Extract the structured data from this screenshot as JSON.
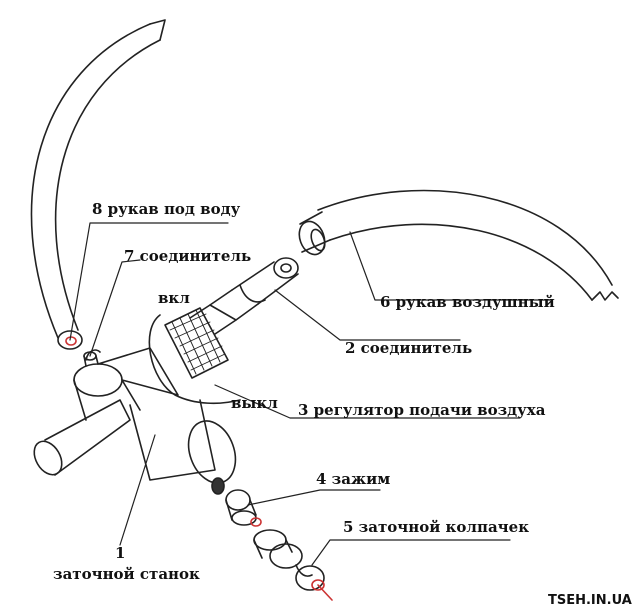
{
  "labels": {
    "hose_water": "8 рукав под воду",
    "connector_7": "7 соединитель",
    "on": "вкл",
    "air_hose": "6 рукав воздушный",
    "connector_2": "2 соединитель",
    "off": "выкл",
    "air_regulator": "3 регулятор подачи воздуха",
    "clamp": "4 зажим",
    "sharpening_cap": "5 заточной колпачек",
    "machine_number": "1",
    "machine_name": "заточной станок"
  },
  "watermark": "TSEH.IN.UA",
  "colors": {
    "line": "#222222",
    "accent": "#cc3333",
    "background": "#ffffff"
  }
}
